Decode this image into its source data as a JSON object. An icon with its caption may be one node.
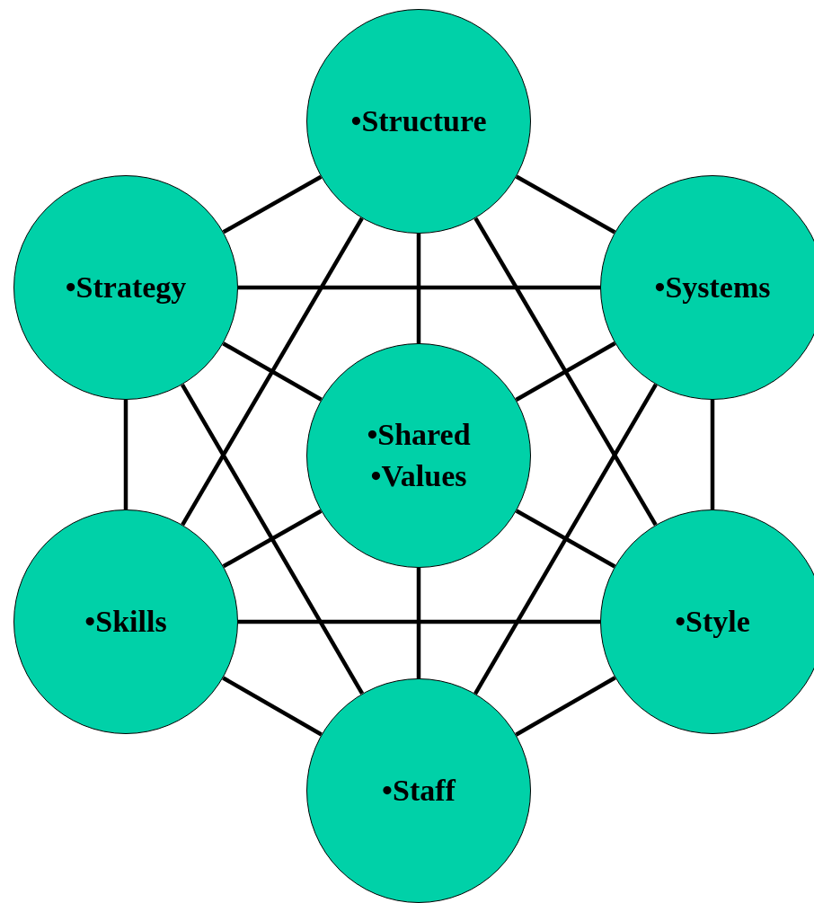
{
  "diagram": {
    "nodes": [
      {
        "text": [
          "•Structure"
        ]
      },
      {
        "text": [
          "•Strategy"
        ]
      },
      {
        "text": [
          "•Systems"
        ]
      },
      {
        "text": [
          "•Shared",
          "•Values"
        ]
      },
      {
        "text": [
          "•Skills"
        ]
      },
      {
        "text": [
          "•Style"
        ]
      },
      {
        "text": [
          "•Staff"
        ]
      }
    ],
    "edges": [
      {
        "from": 0,
        "to": 1,
        "arrow": "none"
      },
      {
        "from": 0,
        "to": 2,
        "arrow": "none"
      },
      {
        "from": 0,
        "to": 3,
        "arrow": "none"
      },
      {
        "from": 0,
        "to": 4,
        "arrow": "none"
      },
      {
        "from": 0,
        "to": 5,
        "arrow": "none"
      },
      {
        "from": 1,
        "to": 2,
        "arrow": "none"
      },
      {
        "from": 1,
        "to": 3,
        "arrow": "none"
      },
      {
        "from": 1,
        "to": 4,
        "arrow": "none"
      },
      {
        "from": 1,
        "to": 6,
        "arrow": "none"
      },
      {
        "from": 2,
        "to": 3,
        "arrow": "none"
      },
      {
        "from": 2,
        "to": 5,
        "arrow": "none"
      },
      {
        "from": 2,
        "to": 6,
        "arrow": "none"
      },
      {
        "from": 3,
        "to": 4,
        "arrow": "none"
      },
      {
        "from": 3,
        "to": 5,
        "arrow": "none"
      },
      {
        "from": 3,
        "to": 6,
        "arrow": "none"
      },
      {
        "from": 4,
        "to": 5,
        "arrow": "none"
      },
      {
        "from": 4,
        "to": 6,
        "arrow": "none"
      },
      {
        "from": 5,
        "to": 6,
        "arrow": "none"
      }
    ]
  }
}
